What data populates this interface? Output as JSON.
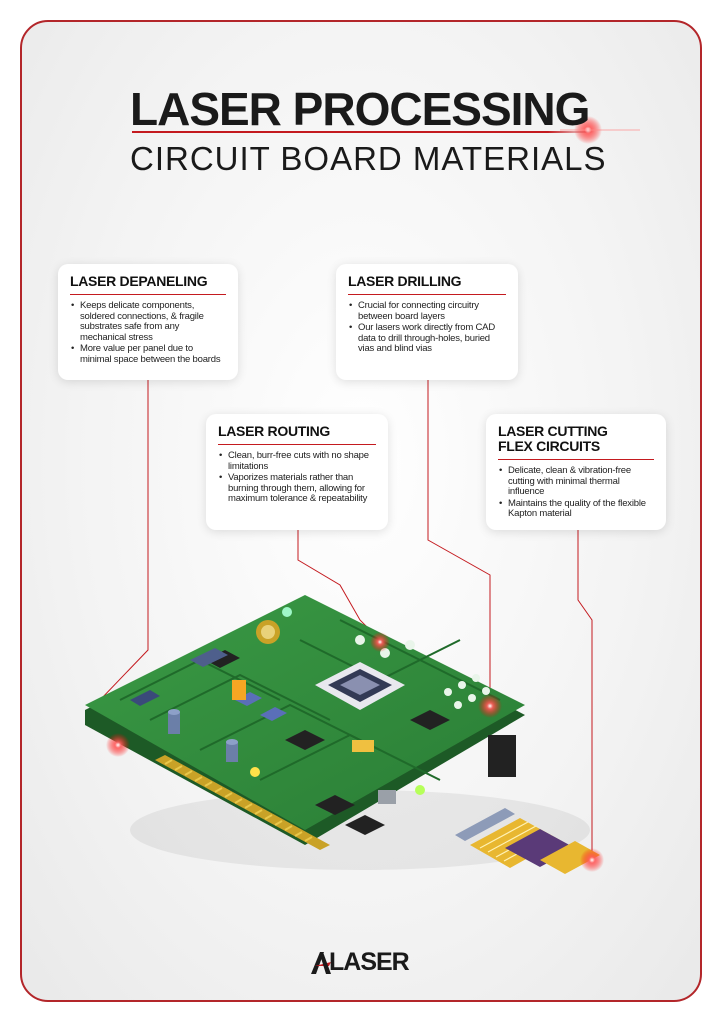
{
  "title": {
    "main": "LASER PROCESSING",
    "sub": "CIRCUIT BOARD MATERIALS"
  },
  "cards": {
    "depaneling": {
      "heading": "LASER DEPANELING",
      "bullets": [
        "Keeps delicate components, soldered connections, & fragile substrates safe from any mechanical stress",
        "More value per panel due to minimal space between the boards"
      ]
    },
    "drilling": {
      "heading": "LASER DRILLING",
      "bullets": [
        "Crucial for connecting circuitry between board layers",
        "Our lasers work directly from CAD data to drill through-holes, buried vias and blind vias"
      ]
    },
    "routing": {
      "heading": "LASER ROUTING",
      "bullets": [
        "Clean, burr-free cuts with no shape limitations",
        "Vaporizes materials rather than burning through them, allowing for maximum tolerance & repeatability"
      ]
    },
    "flex": {
      "heading_line1": "LASER CUTTING",
      "heading_line2": "FLEX CIRCUITS",
      "bullets": [
        "Delicate, clean & vibration-free cutting with minimal thermal influence",
        "Maintains the quality of the flexible Kapton material"
      ]
    }
  },
  "logo": {
    "text": "LASER",
    "mark": "A"
  },
  "colors": {
    "accent": "#c41a1f",
    "board": "#2f8a3c",
    "board_dark": "#1f5e29",
    "text": "#1a1a1a"
  }
}
